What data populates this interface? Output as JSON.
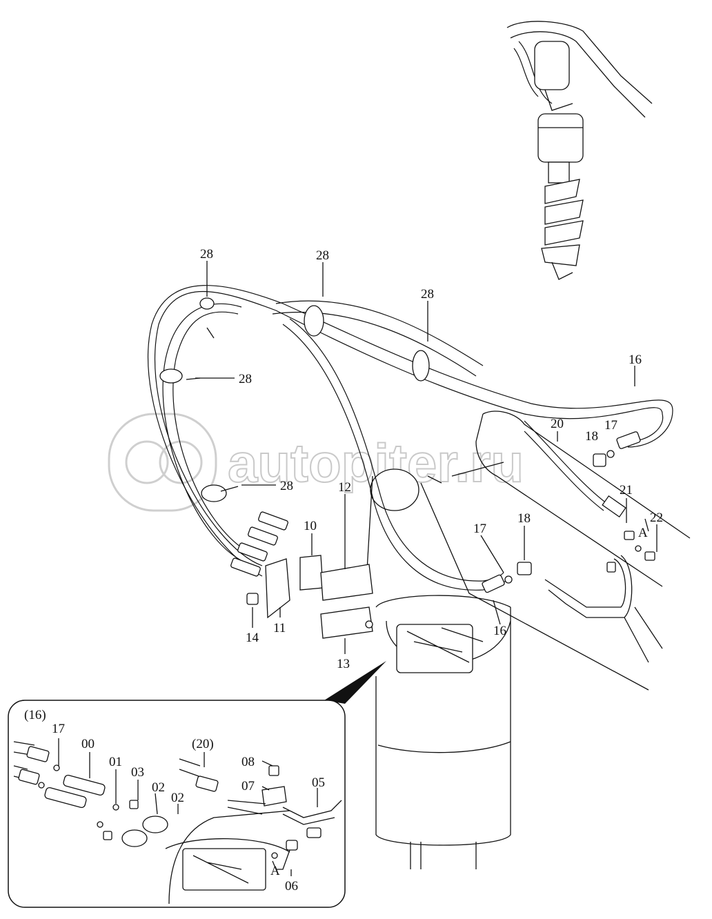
{
  "watermark": {
    "text": "autopiter.ru",
    "logo": "ap"
  },
  "callouts": {
    "c28a": "28",
    "c28b": "28",
    "c28c": "28",
    "c28d": "28",
    "c28e": "28",
    "c16a": "16",
    "c16b": "16",
    "c20": "20",
    "c17a": "17",
    "c18a": "18",
    "c21": "21",
    "cA1": "A",
    "c22": "22",
    "c18b": "18",
    "c17b": "17",
    "c10": "10",
    "c12": "12",
    "c11": "11",
    "c14": "14",
    "c13": "13"
  },
  "detail": {
    "c16p": "(16)",
    "c17": "17",
    "c00": "00",
    "c01": "01",
    "c03": "03",
    "c02a": "02",
    "c02b": "02",
    "c20p": "(20)",
    "c08": "08",
    "c07": "07",
    "c05": "05",
    "cA": "A",
    "c06": "06"
  }
}
